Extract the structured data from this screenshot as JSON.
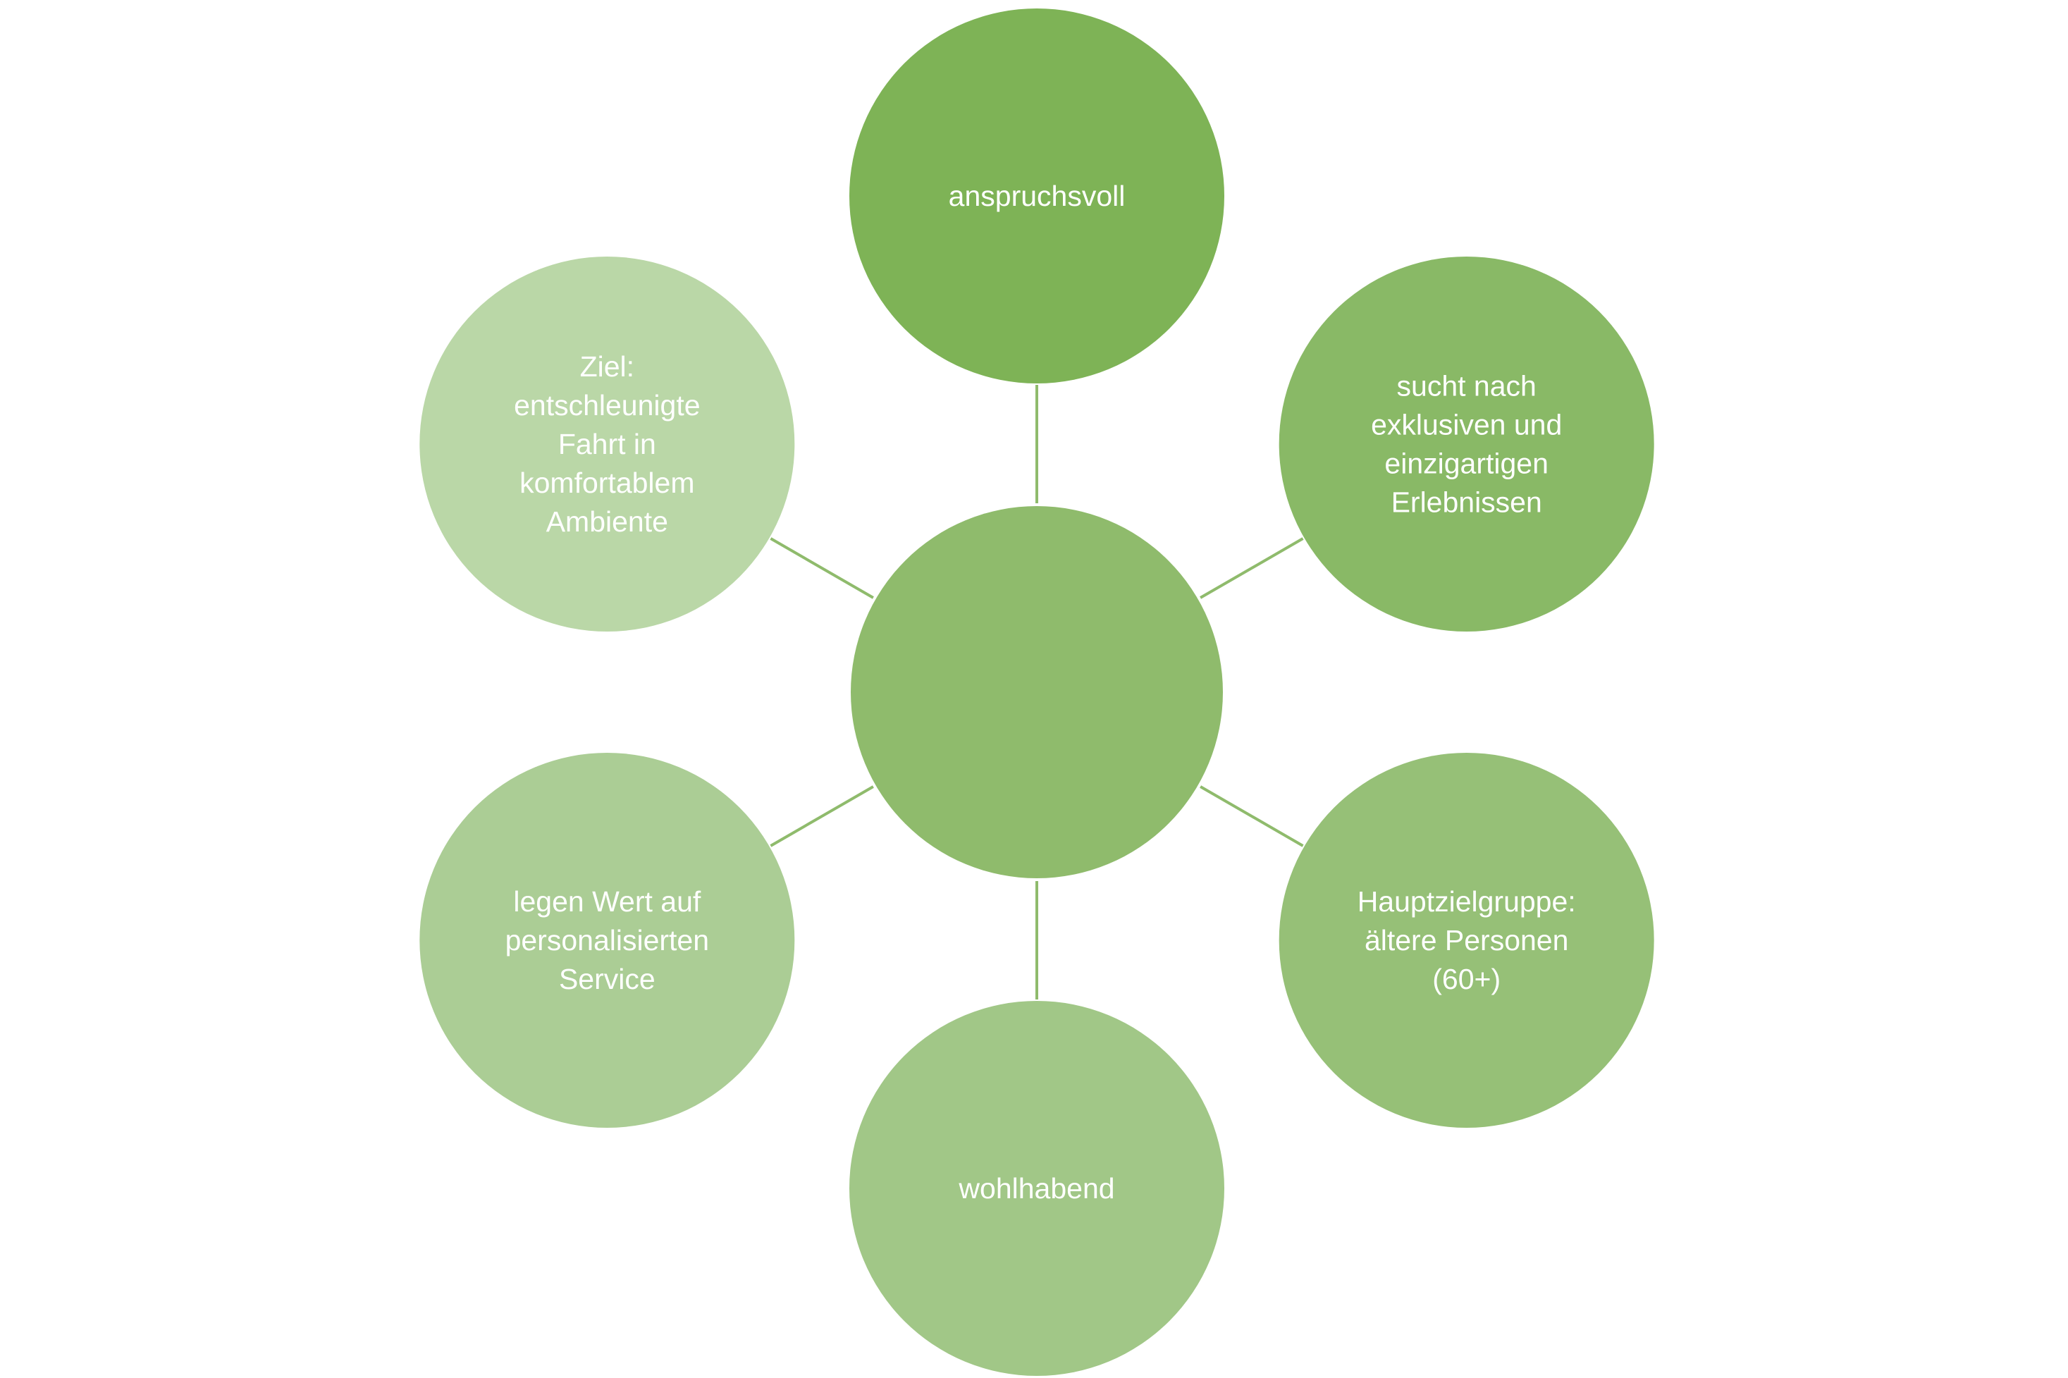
{
  "colors": {
    "connector": "#8fbb6c",
    "center": "#8fbb6c",
    "background": "#ffffff"
  },
  "center": {
    "label": ""
  },
  "nodes": [
    {
      "id": "anspruchsvoll",
      "lines": [
        "anspruchsvoll"
      ],
      "color": "#7eb356"
    },
    {
      "id": "sucht-nach-exklusiven",
      "lines": [
        "sucht nach",
        "exklusiven und",
        "einzigartigen",
        "Erlebnissen"
      ],
      "color": "#89b966"
    },
    {
      "id": "hauptzielgruppe",
      "lines": [
        "Hauptzielgruppe:",
        "ältere Personen",
        "(60+)"
      ],
      "color": "#96c077"
    },
    {
      "id": "wohlhabend",
      "lines": [
        "wohlhabend"
      ],
      "color": "#a1c787"
    },
    {
      "id": "legen-wert",
      "lines": [
        "legen Wert auf",
        "personalisierten",
        "Service"
      ],
      "color": "#abcd95"
    },
    {
      "id": "ziel",
      "lines": [
        "Ziel:",
        "entschleunigte",
        "Fahrt in",
        "komfortablem",
        "Ambiente"
      ],
      "color": "#bad7a7"
    }
  ]
}
